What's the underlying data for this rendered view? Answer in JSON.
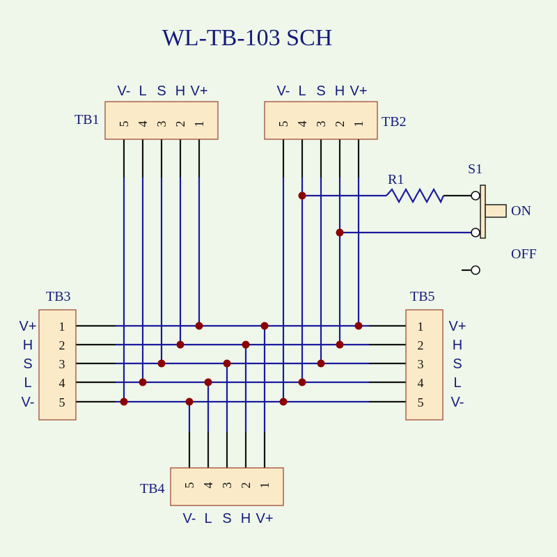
{
  "title": "WL-TB-103 SCH",
  "pin_labels": [
    "V-",
    "L",
    "S",
    "H",
    "V+"
  ],
  "pin_numbers": [
    "5",
    "4",
    "3",
    "2",
    "1"
  ],
  "side_pin_numbers": [
    "1",
    "2",
    "3",
    "4",
    "5"
  ],
  "side_labels": [
    "V+",
    "H",
    "S",
    "L",
    "V-"
  ],
  "connectors": {
    "tb1": "TB1",
    "tb2": "TB2",
    "tb3": "TB3",
    "tb4": "TB4",
    "tb5": "TB5"
  },
  "resistor": "R1",
  "switch": {
    "name": "S1",
    "on": "ON",
    "off": "OFF"
  },
  "colors": {
    "background": "#eef7ea",
    "wire": "#1a1a9e",
    "junction": "#8b0000",
    "text": "#141a7a",
    "connector_fill": "#fbeac8"
  }
}
